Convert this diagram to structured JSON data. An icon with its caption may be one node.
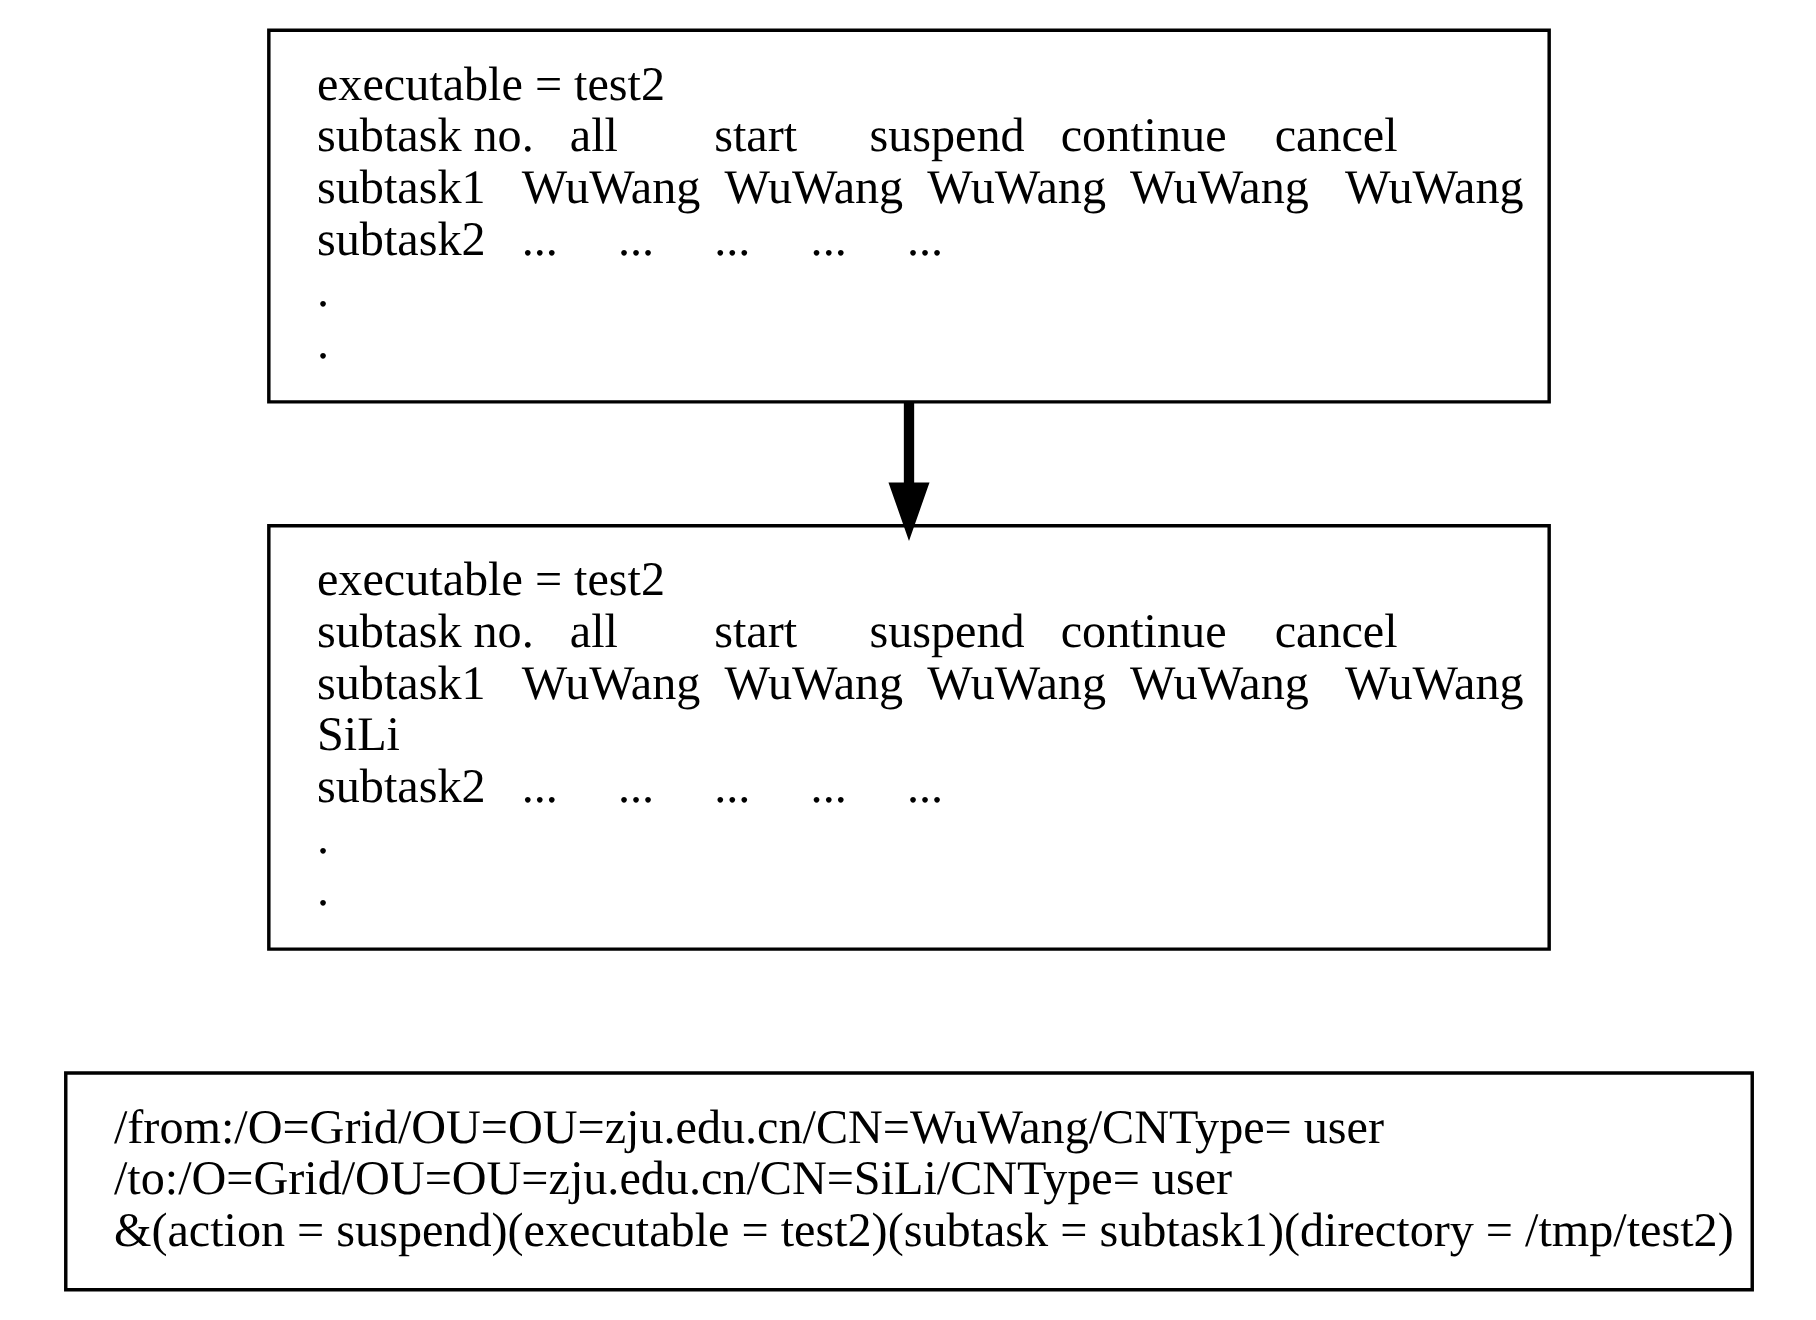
{
  "diagram": {
    "nodes": [
      {
        "text": [
          "executable = test2",
          "subtask no.   all        start      suspend   continue    cancel",
          "subtask1   WuWang  WuWang  WuWang  WuWang   WuWang",
          "subtask2   ...     ...     ...     ...     ...",
          ".",
          "."
        ]
      },
      {
        "text": [
          "executable = test2",
          "subtask no.   all        start      suspend   continue    cancel",
          "subtask1   WuWang  WuWang  WuWang  WuWang   WuWang",
          "SiLi",
          "subtask2   ...     ...     ...     ...     ...",
          ".",
          "."
        ]
      },
      {
        "text": [
          "/from:/O=Grid/OU=OU=zju.edu.cn/CN=WuWang/CNType= user",
          "/to:/O=Grid/OU=OU=zju.edu.cn/CN=SiLi/CNType= user",
          "&(action = suspend)(executable = test2)(subtask = subtask1)(directory = /tmp/test2)"
        ]
      }
    ],
    "edges": [
      {
        "from": 0,
        "to": 1,
        "arrow": "to"
      }
    ]
  }
}
